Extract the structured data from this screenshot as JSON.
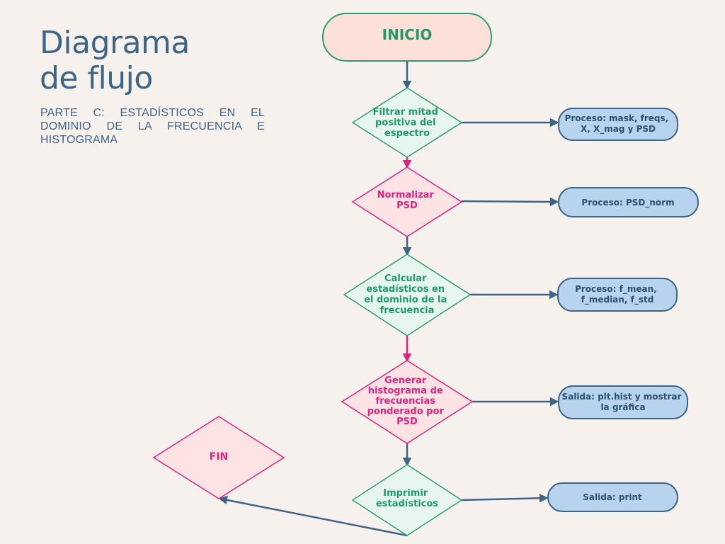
{
  "header": {
    "title_line1": "Diagrama",
    "title_line2": "de flujo",
    "subtitle": "PARTE C: ESTADÍSTICOS EN EL DOMINIO DE LA FRECUENCIA E HISTOGRAMA"
  },
  "colors": {
    "background": "#f7f1ee",
    "title_blue": "#3d6585",
    "green_stroke": "#2e9e72",
    "green_fill": "#e6f6ef",
    "green_text": "#1f9a68",
    "pink_stroke": "#e0237f",
    "pink_fill": "#fde3e3",
    "pink_text": "#e0237f",
    "start_fill": "#fde0d8",
    "process_fill": "#b7d3ee",
    "process_stroke": "#3d6585",
    "process_text": "#2d4f70",
    "arrow_blue": "#3d6585",
    "arrow_pink": "#e0237f"
  },
  "flow": {
    "start": {
      "label": "INICIO"
    },
    "steps": [
      {
        "id": "filtrar",
        "theme": "green",
        "lines": [
          "Filtrar mitad",
          "positiva del",
          "espectro"
        ]
      },
      {
        "id": "normalizar",
        "theme": "pink",
        "lines": [
          "Normalizar",
          "PSD"
        ]
      },
      {
        "id": "calcular",
        "theme": "green",
        "lines": [
          "Calcular",
          "estadísticos en",
          "el dominio de la",
          "frecuencia"
        ]
      },
      {
        "id": "generar",
        "theme": "pink",
        "lines": [
          "Generar",
          "histograma de",
          "frecuencias",
          "ponderado por",
          "PSD"
        ]
      },
      {
        "id": "imprimir",
        "theme": "green",
        "lines": [
          "Imprimir",
          "estadísticos"
        ]
      }
    ],
    "outputs": [
      {
        "id": "out-filtrar",
        "lines": [
          "Proceso: mask, freqs,",
          "X, X_mag y PSD"
        ]
      },
      {
        "id": "out-normalizar",
        "lines": [
          "Proceso: PSD_norm"
        ]
      },
      {
        "id": "out-calcular",
        "lines": [
          "Proceso: f_mean,",
          "f_median, f_std"
        ]
      },
      {
        "id": "out-generar",
        "lines": [
          "Salida: plt.hist y mostrar",
          "la gráfica"
        ]
      },
      {
        "id": "out-imprimir",
        "lines": [
          "Salida: print"
        ]
      }
    ],
    "end": {
      "label": "FIN"
    }
  }
}
